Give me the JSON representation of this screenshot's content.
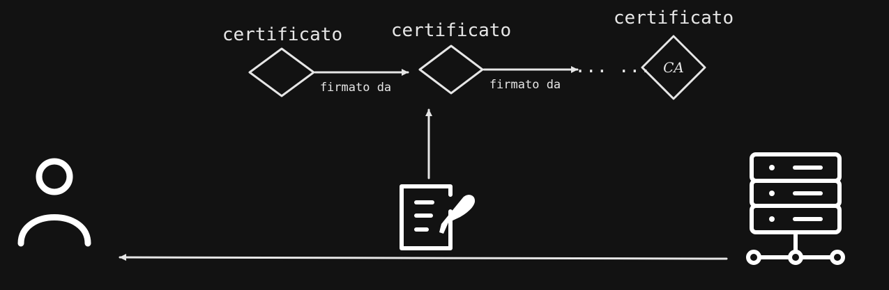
{
  "colors": {
    "background": "#121212",
    "stroke": "#e6e6e6",
    "icon": "#ffffff"
  },
  "chain": {
    "cert1_label": "certificato",
    "cert2_label": "certificato",
    "cert3_label": "certificato",
    "signed_by_1": "firmato da",
    "signed_by_2": "firmato da",
    "ellipsis": "... ...",
    "ca_label": "CA"
  },
  "icons": {
    "user": "user-icon",
    "document": "signed-document-icon",
    "server": "server-icon"
  }
}
